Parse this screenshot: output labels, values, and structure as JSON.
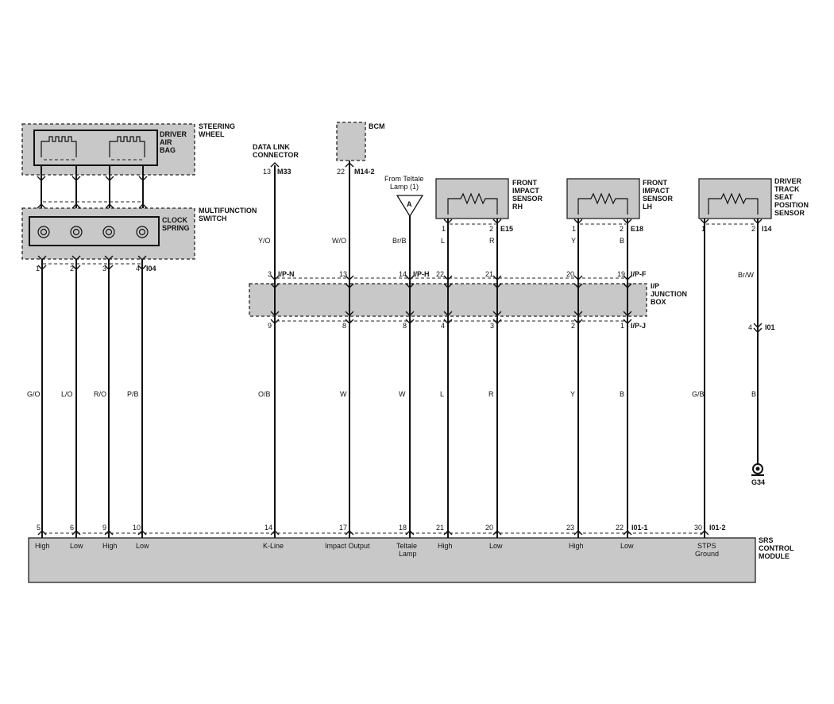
{
  "components": {
    "steering_wheel": "STEERING WHEEL",
    "driver_air_bag": "DRIVER AIR BAG",
    "multifunction_switch": "MULTIFUNCTION SWITCH",
    "clock_spring": "CLOCK SPRING",
    "data_link_connector": "DATA LINK CONNECTOR",
    "bcm": "BCM",
    "teltale_source": "From Teltale Lamp (1)",
    "teltale_ref": "A",
    "front_impact_rh": "FRONT IMPACT SENSOR RH",
    "front_impact_lh": "FRONT IMPACT SENSOR LH",
    "driver_track_seat": "DRIVER TRACK SEAT POSITION SENSOR",
    "ip_junction_box": "I/P JUNCTION BOX",
    "srs_module": "SRS CONTROL MODULE",
    "ground": "G34"
  },
  "connectors": {
    "I04": "I04",
    "M33": "M33",
    "M14_2": "M14-2",
    "E15": "E15",
    "E18": "E18",
    "I14": "I14",
    "IP_N": "I/P-N",
    "IP_H": "I/P-H",
    "IP_F": "I/P-F",
    "IP_J": "I/P-J",
    "I01": "I01",
    "I01_1": "I01-1",
    "I01_2": "I01-2"
  },
  "pins": {
    "clock_bottom": [
      "1",
      "2",
      "3",
      "4"
    ],
    "dlc": "13",
    "bcm": "22",
    "rh": [
      "1",
      "2"
    ],
    "lh": [
      "1",
      "2"
    ],
    "seat": [
      "1",
      "2"
    ],
    "ip_top": [
      "3",
      "13",
      "14",
      "22",
      "21",
      "20",
      "19"
    ],
    "ip_bottom": [
      "9",
      "8",
      "8",
      "4",
      "3",
      "2",
      "1"
    ],
    "i01": "4",
    "srs": [
      "5",
      "6",
      "9",
      "10",
      "14",
      "17",
      "18",
      "21",
      "20",
      "23",
      "22",
      "30"
    ]
  },
  "wire_colors": {
    "upper": [
      "Y/O",
      "W/O",
      "Br/B",
      "L",
      "R",
      "Y",
      "B",
      "Br/W"
    ],
    "lower": [
      "G/O",
      "L/O",
      "R/O",
      "P/B",
      "O/B",
      "W",
      "W",
      "L",
      "R",
      "Y",
      "B",
      "G/B",
      "B"
    ]
  },
  "srs_terminals": [
    "High",
    "Low",
    "High",
    "Low",
    "K-Line",
    "Impact Output",
    "Teltale",
    "Lamp",
    "High",
    "Low",
    "High",
    "Low",
    "STPS",
    "Ground"
  ]
}
